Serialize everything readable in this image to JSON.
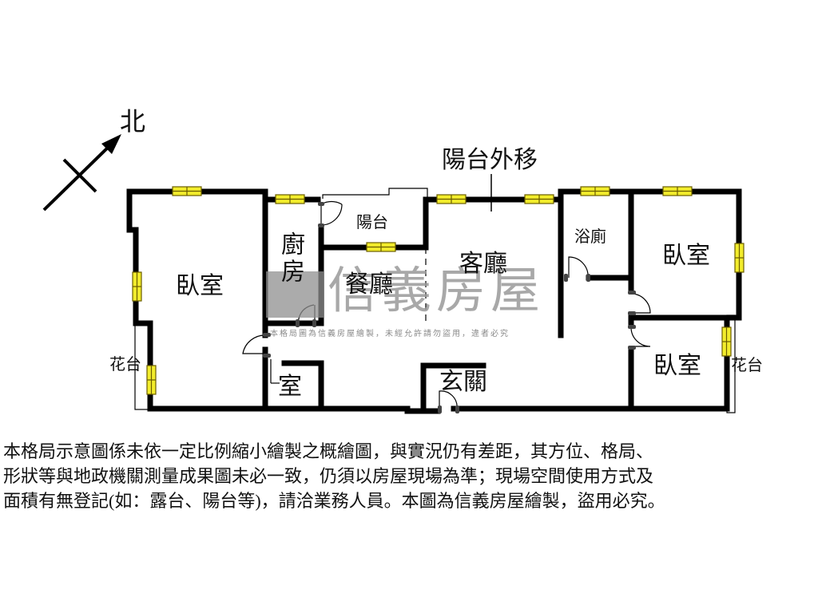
{
  "compass": {
    "north_label": "北",
    "icon": "north-arrow-icon"
  },
  "annotations": {
    "balcony_moved": "陽台外移"
  },
  "rooms": {
    "bedroom_west": "臥室",
    "kitchen": "廚房",
    "balcony": "陽台",
    "dining": "餐廳",
    "living": "客廳",
    "bathroom": "浴廁",
    "bedroom_ne": "臥室",
    "bedroom_se": "臥室",
    "storage": "室",
    "entrance": "玄關",
    "planter_west": "花台",
    "planter_east": "花台"
  },
  "watermark": {
    "brand": "信義房屋",
    "notice": "本格局圖為信義房屋繪製，未經允許請勿盜用，違者必究"
  },
  "colors": {
    "wall": "#000000",
    "window_fill": "#f2ec2c",
    "window_stroke": "#6b5d00",
    "watermark": "#9a9a9a"
  },
  "disclaimer": {
    "lines": [
      "本格局示意圖係未依一定比例縮小繪製之概繪圖，與實況仍有差距，其方位、格局、",
      "形狀等與地政機關測量成果圖未必一致，仍須以房屋現場為準；現場空間使用方式及",
      "面積有無登記(如：露台、陽台等)，請洽業務人員。本圖為信義房屋繪製，盜用必究。"
    ]
  }
}
